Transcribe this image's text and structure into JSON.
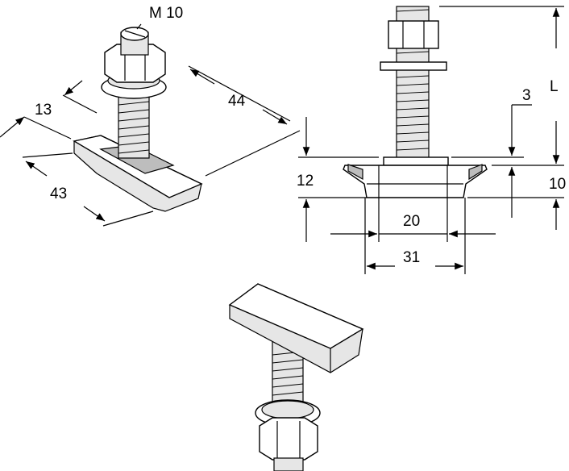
{
  "drawing": {
    "labels": {
      "thread": "M 10",
      "width_13": "13",
      "length_44": "44",
      "length_43": "43",
      "dim_3": "3",
      "dim_L": "L",
      "height_12": "12",
      "height_10": "10",
      "width_20": "20",
      "width_31": "31"
    }
  }
}
